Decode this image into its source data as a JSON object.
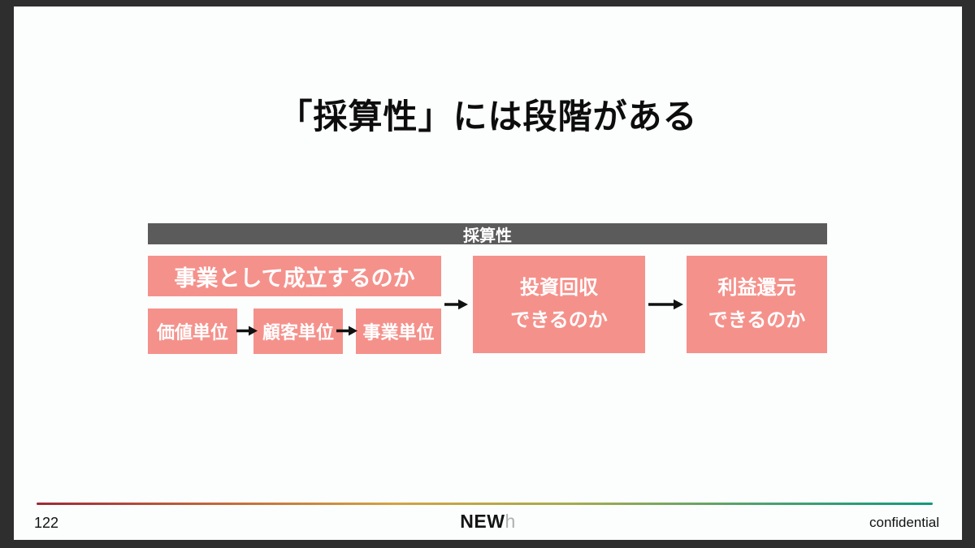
{
  "title": "「採算性」には段階がある",
  "diagram": {
    "header_label": "採算性",
    "main_box_label": "事業として成立するのか",
    "unit_boxes": [
      "価値単位",
      "顧客単位",
      "事業単位"
    ],
    "investment_box": {
      "line1": "投資回収",
      "line2": "できるのか"
    },
    "profit_box": {
      "line1": "利益還元",
      "line2": "できるのか"
    }
  },
  "footer": {
    "page_number": "122",
    "logo": {
      "bold": "NEW",
      "light": "h"
    },
    "confidential_label": "confidential"
  },
  "colors": {
    "box_pink": "#F5918B",
    "header_gray": "#5B5B5B",
    "frame_dark": "#2E2E2E",
    "arrow_black": "#111111",
    "gradient_line": [
      "#9E2838",
      "#C4663A",
      "#D4A23F",
      "#A5AB4D",
      "#4FA26D",
      "#0F9A7D"
    ]
  }
}
